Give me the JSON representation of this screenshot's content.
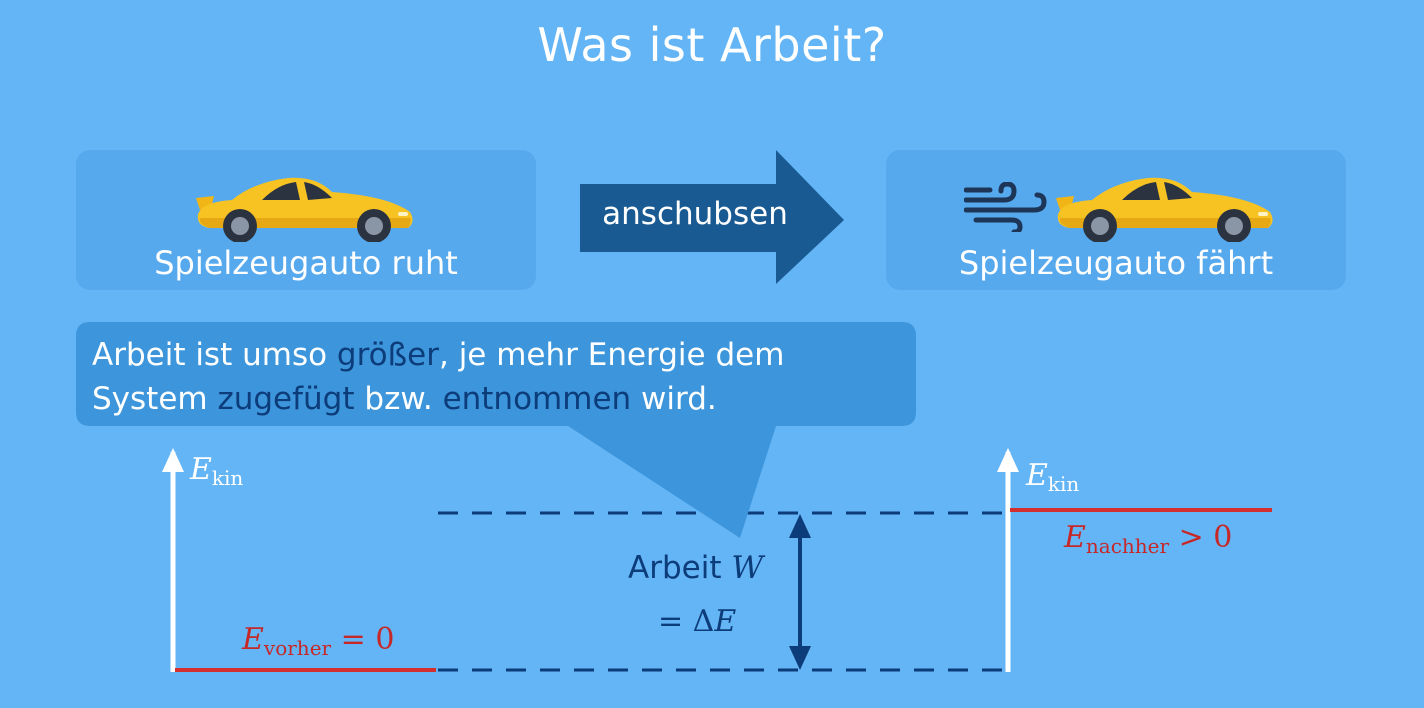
{
  "title": "Was ist Arbeit?",
  "left_card": {
    "label": "Spielzeugauto ruht",
    "icon": "car-icon"
  },
  "right_card": {
    "label": "Spielzeugauto fährt",
    "icons": [
      "wind-icon",
      "car-icon"
    ]
  },
  "action_arrow": {
    "label": "anschubsen",
    "color": "#1a5a92"
  },
  "callout": {
    "parts": [
      {
        "text": "Arbeit ist umso ",
        "highlight": false
      },
      {
        "text": "größer",
        "highlight": true
      },
      {
        "text": ", je mehr Energie dem",
        "highlight": false
      },
      {
        "text": "System ",
        "highlight": false
      },
      {
        "text": "zugefügt",
        "highlight": true
      },
      {
        "text": " bzw. ",
        "highlight": false
      },
      {
        "text": "entnommen",
        "highlight": true
      },
      {
        "text": " wird.",
        "highlight": false
      }
    ],
    "bg_color": "#3d96dc"
  },
  "diagram": {
    "left_axis": {
      "symbol": "E",
      "subscript": "kin"
    },
    "right_axis": {
      "symbol": "E",
      "subscript": "kin"
    },
    "before": {
      "symbol": "E",
      "subscript": "vorher",
      "relation": "= 0"
    },
    "after": {
      "symbol": "E",
      "subscript": "nachher",
      "relation": "> 0"
    },
    "work": {
      "label": "Arbeit",
      "symbol": "W",
      "equals": "= Δ",
      "delta_symbol": "E"
    },
    "colors": {
      "energy_level": "#d32f2f",
      "dashed": "#0d3c7a",
      "axis": "#ffffff"
    }
  }
}
